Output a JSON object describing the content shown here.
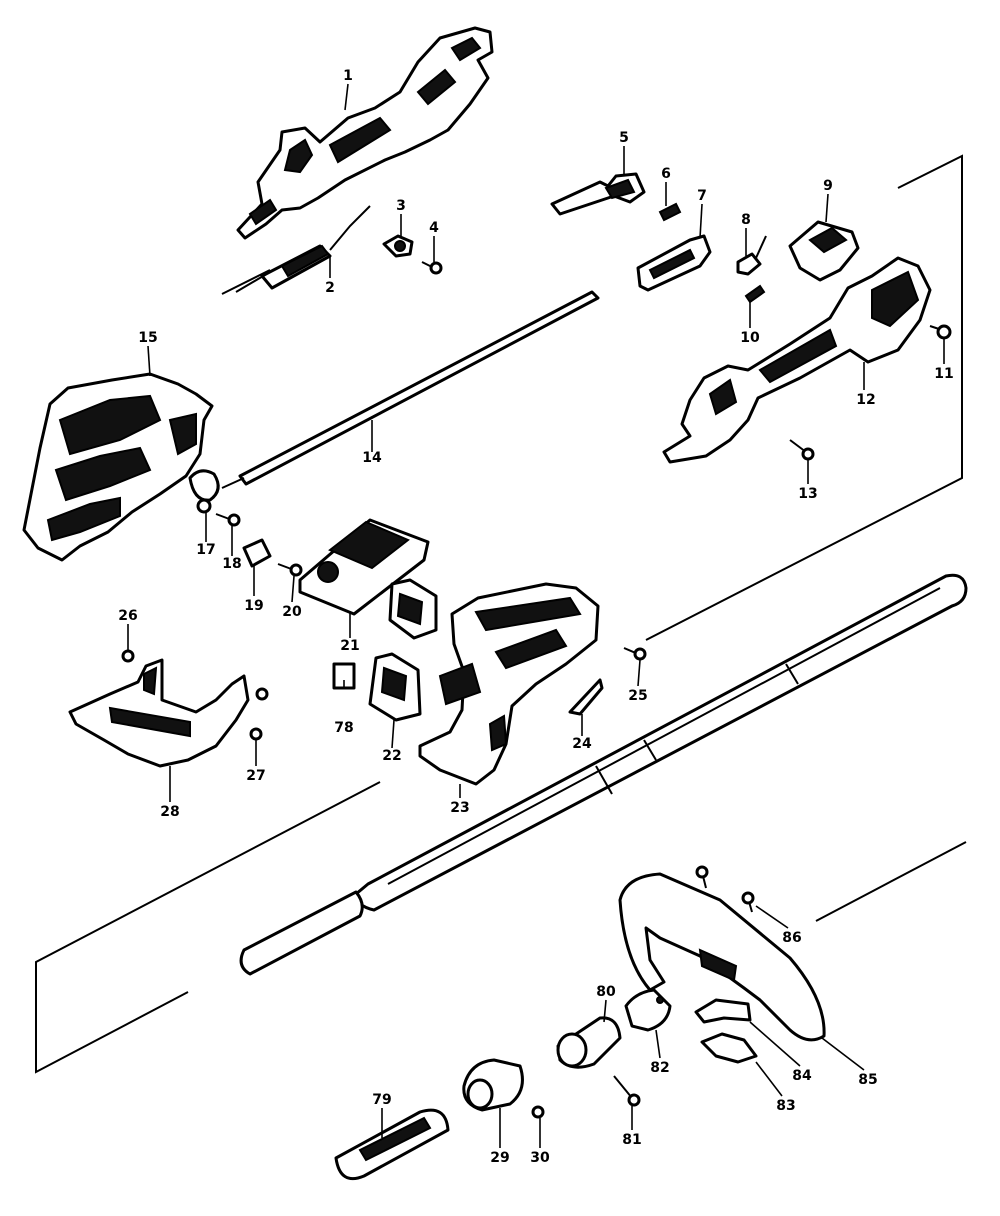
{
  "diagram": {
    "title": "",
    "labels": {
      "p1": "1",
      "p2": "2",
      "p3": "3",
      "p4": "4",
      "p5": "5",
      "p6": "6",
      "p7": "7",
      "p8": "8",
      "p9": "9",
      "p10": "10",
      "p11": "11",
      "p12": "12",
      "p13": "13",
      "p14": "14",
      "p15": "15",
      "p17": "17",
      "p18": "18",
      "p19": "19",
      "p20": "20",
      "p21": "21",
      "p22": "22",
      "p23": "23",
      "p24": "24",
      "p25": "25",
      "p26": "26",
      "p27": "27",
      "p28": "28",
      "p29": "29",
      "p30": "30",
      "p78": "78",
      "p79": "79",
      "p80": "80",
      "p81": "81",
      "p82": "82",
      "p83": "83",
      "p84": "84",
      "p85": "85",
      "p86": "86"
    }
  }
}
